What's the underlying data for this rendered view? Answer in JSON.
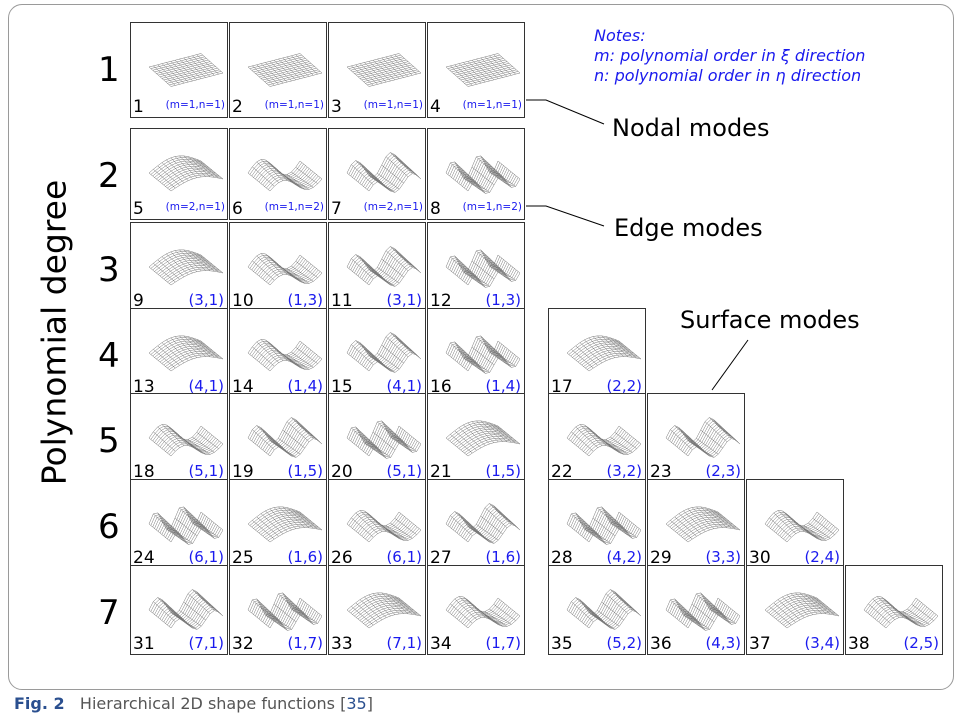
{
  "notes": {
    "heading": "Notes:",
    "line_m": "m: polynomial order in ξ direction",
    "line_n": "n: polynomial order in η direction"
  },
  "labels": {
    "nodal": "Nodal modes",
    "edge": "Edge modes",
    "surface": "Surface modes",
    "y_axis": "Polynomial degree"
  },
  "degrees": [
    "1",
    "2",
    "3",
    "4",
    "5",
    "6",
    "7"
  ],
  "caption": {
    "fig": "Fig. 2",
    "text": "Hierarchical 2D shape functions [",
    "ref": "35",
    "close": "]"
  },
  "cells": [
    {
      "num": "1",
      "mn": "(m=1,n=1)"
    },
    {
      "num": "2",
      "mn": "(m=1,n=1)"
    },
    {
      "num": "3",
      "mn": "(m=1,n=1)"
    },
    {
      "num": "4",
      "mn": "(m=1,n=1)"
    },
    {
      "num": "5",
      "mn": "(m=2,n=1)"
    },
    {
      "num": "6",
      "mn": "(m=1,n=2)"
    },
    {
      "num": "7",
      "mn": "(m=2,n=1)"
    },
    {
      "num": "8",
      "mn": "(m=1,n=2)"
    },
    {
      "num": "9",
      "mn": "(3,1)"
    },
    {
      "num": "10",
      "mn": "(1,3)"
    },
    {
      "num": "11",
      "mn": "(3,1)"
    },
    {
      "num": "12",
      "mn": "(1,3)"
    },
    {
      "num": "13",
      "mn": "(4,1)"
    },
    {
      "num": "14",
      "mn": "(1,4)"
    },
    {
      "num": "15",
      "mn": "(4,1)"
    },
    {
      "num": "16",
      "mn": "(1,4)"
    },
    {
      "num": "17",
      "mn": "(2,2)"
    },
    {
      "num": "18",
      "mn": "(5,1)"
    },
    {
      "num": "19",
      "mn": "(1,5)"
    },
    {
      "num": "20",
      "mn": "(5,1)"
    },
    {
      "num": "21",
      "mn": "(1,5)"
    },
    {
      "num": "22",
      "mn": "(3,2)"
    },
    {
      "num": "23",
      "mn": "(2,3)"
    },
    {
      "num": "24",
      "mn": "(6,1)"
    },
    {
      "num": "25",
      "mn": "(1,6)"
    },
    {
      "num": "26",
      "mn": "(6,1)"
    },
    {
      "num": "27",
      "mn": "(1,6)"
    },
    {
      "num": "28",
      "mn": "(4,2)"
    },
    {
      "num": "29",
      "mn": "(3,3)"
    },
    {
      "num": "30",
      "mn": "(2,4)"
    },
    {
      "num": "31",
      "mn": "(7,1)"
    },
    {
      "num": "32",
      "mn": "(1,7)"
    },
    {
      "num": "33",
      "mn": "(7,1)"
    },
    {
      "num": "34",
      "mn": "(1,7)"
    },
    {
      "num": "35",
      "mn": "(5,2)"
    },
    {
      "num": "36",
      "mn": "(4,3)"
    },
    {
      "num": "37",
      "mn": "(3,4)"
    },
    {
      "num": "38",
      "mn": "(2,5)"
    }
  ]
}
